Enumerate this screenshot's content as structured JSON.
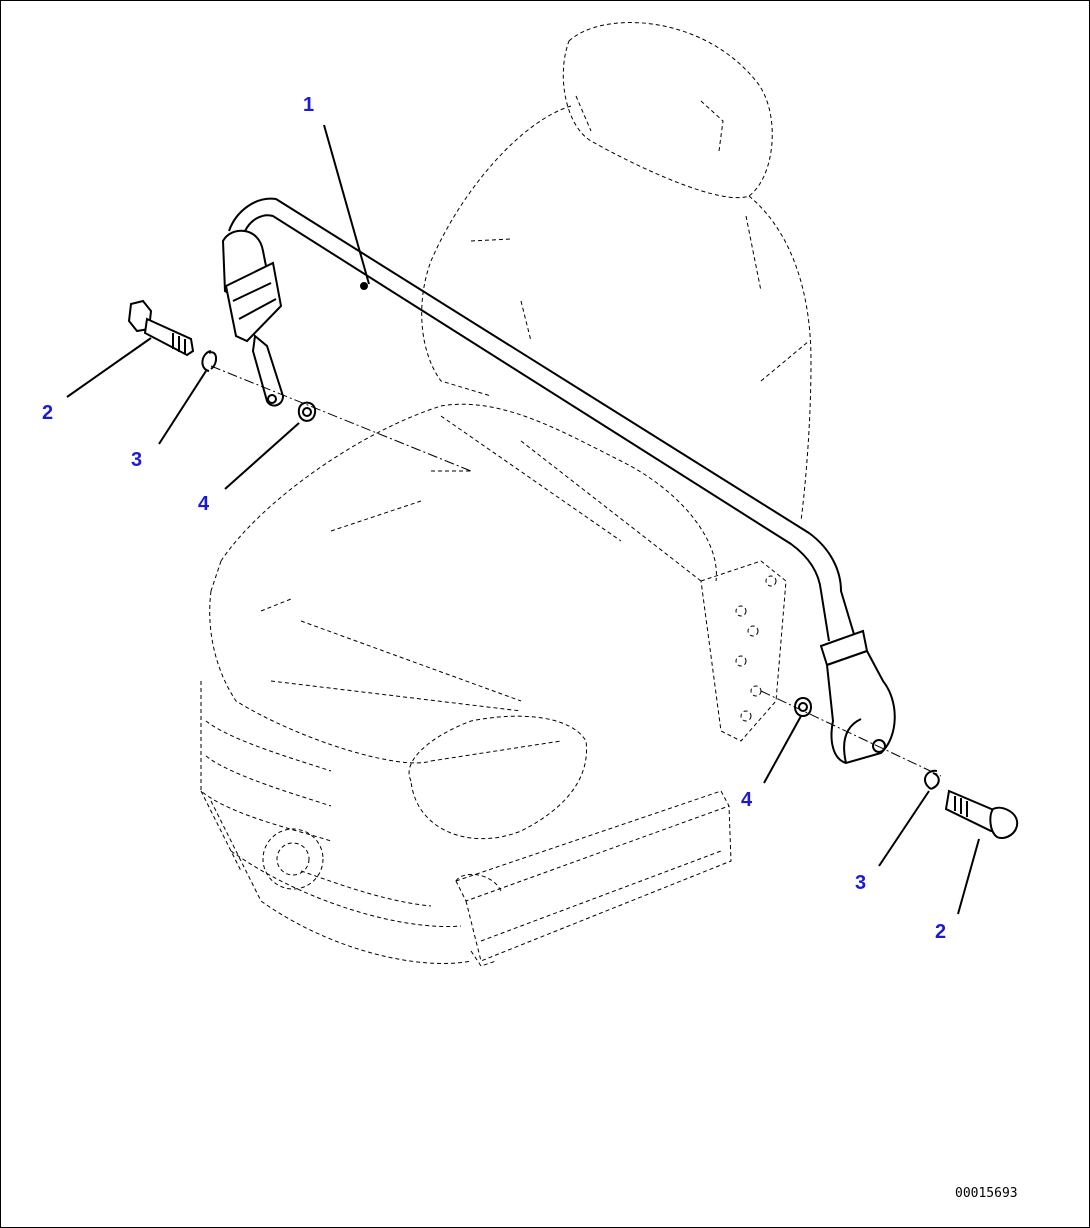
{
  "callouts": {
    "belt": "1",
    "bolt_left": "2",
    "washer_left": "3",
    "spacer_left": "4",
    "spacer_right": "4",
    "washer_right": "3",
    "bolt_right": "2"
  },
  "drawing_id": "00015693",
  "colors": {
    "callout": "#1a1ad6",
    "line": "#000000",
    "background": "#ffffff"
  }
}
